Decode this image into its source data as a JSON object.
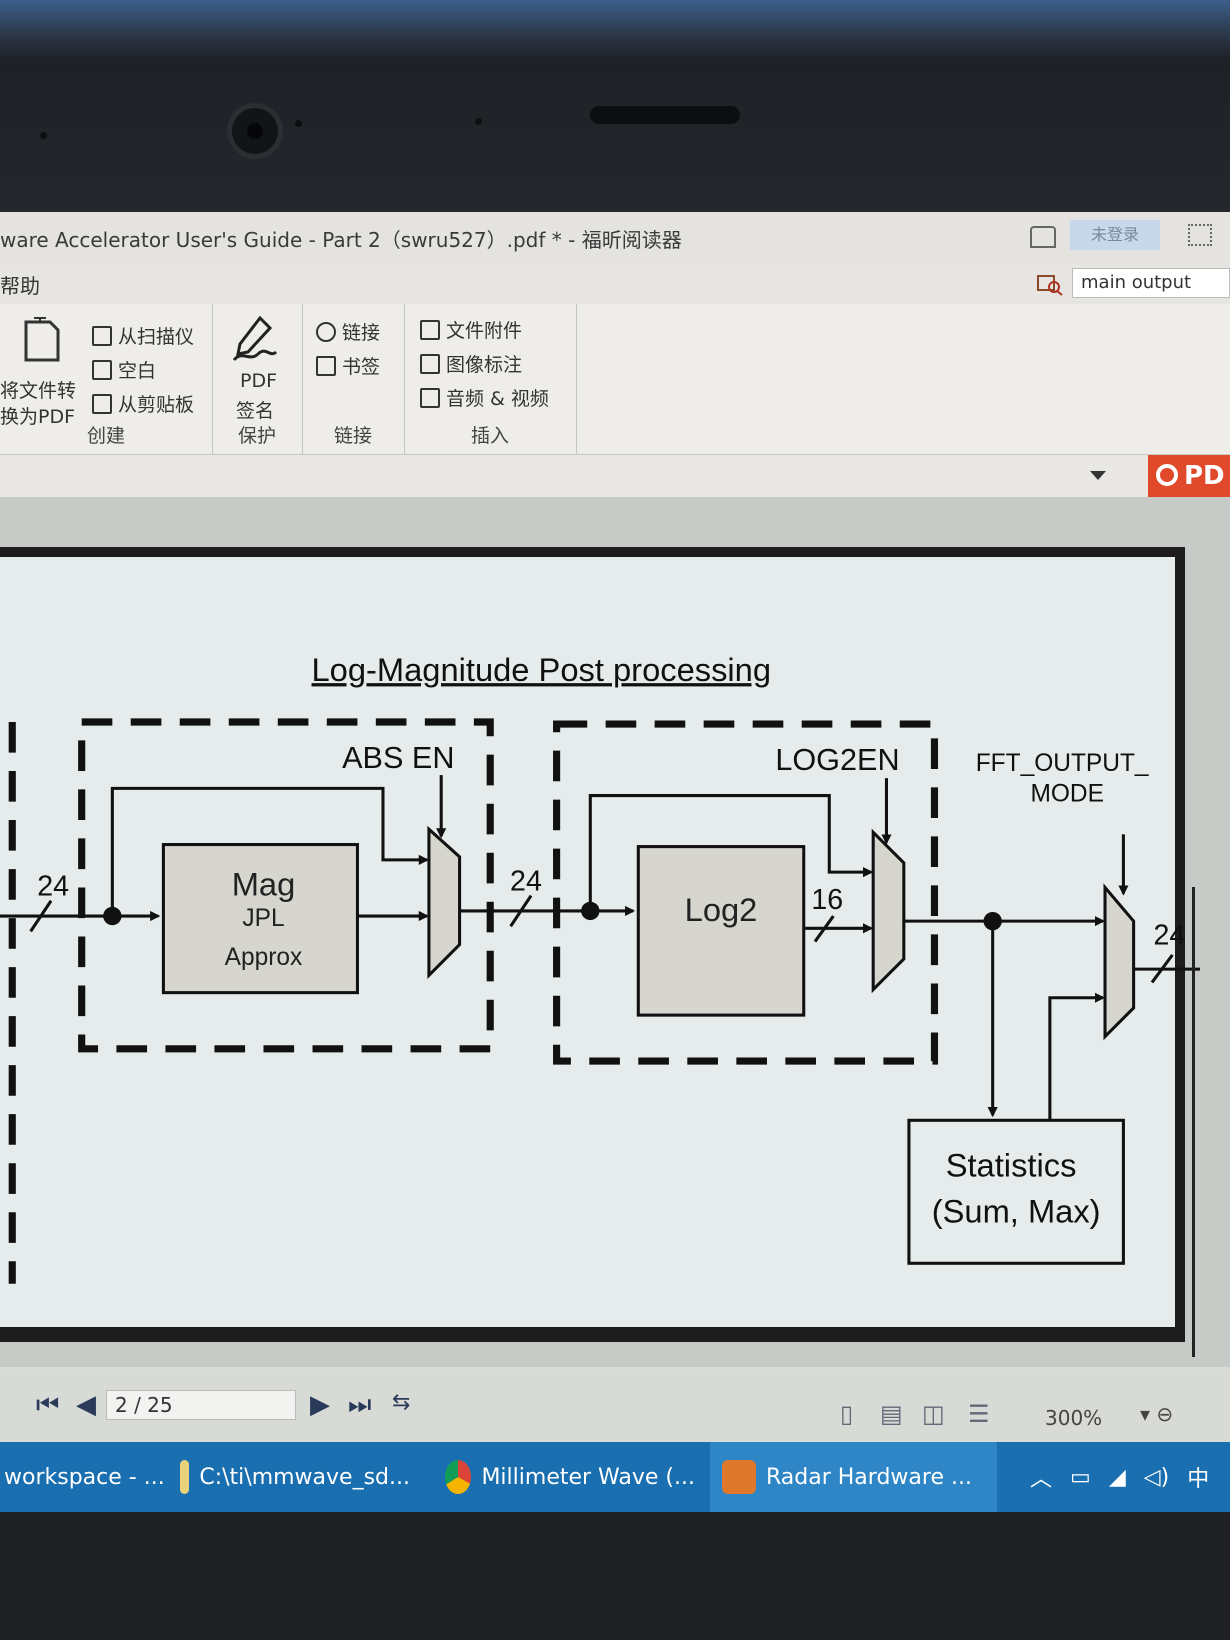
{
  "window": {
    "title": "ware Accelerator User's Guide - Part 2（swru527）.pdf * - 福昕阅读器",
    "title_right_label": "未登录"
  },
  "menubar": {
    "help": "帮助",
    "search_value": "main output"
  },
  "ribbon": {
    "create": {
      "big_button_line1": "将文件转",
      "big_button_line2": "换为PDF",
      "items": [
        "从扫描仪",
        "空白",
        "从剪贴板"
      ],
      "label": "创建"
    },
    "protect": {
      "line1": "PDF",
      "line2": "签名",
      "label": "保护"
    },
    "links": {
      "items": [
        "链接",
        "书签"
      ],
      "label": "链接"
    },
    "insert": {
      "items": [
        "文件附件",
        "图像标注",
        "音频 & 视频"
      ],
      "label": "插入"
    },
    "badge": "PD"
  },
  "diagram": {
    "title": "Log-Magnitude Post processing",
    "abs_en": "ABS EN",
    "log2en": "LOG2EN",
    "fft_output_line1": "FFT_OUTPUT_",
    "fft_output_line2": "MODE",
    "mag_line1": "Mag",
    "mag_line2": "JPL",
    "mag_line3": "Approx",
    "log2": "Log2",
    "stats_line1": "Statistics",
    "stats_line2": "(Sum, Max)",
    "bus_in": "24",
    "bus_mid": "24",
    "bus_log": "16",
    "bus_out": "24"
  },
  "statusbar": {
    "page": "2 / 25",
    "zoom": "300%"
  },
  "taskbar": {
    "items": [
      "workspace - ...",
      "C:\\ti\\mmwave_sd...",
      "Millimeter Wave (...",
      "Radar Hardware ..."
    ],
    "ime": "中"
  }
}
